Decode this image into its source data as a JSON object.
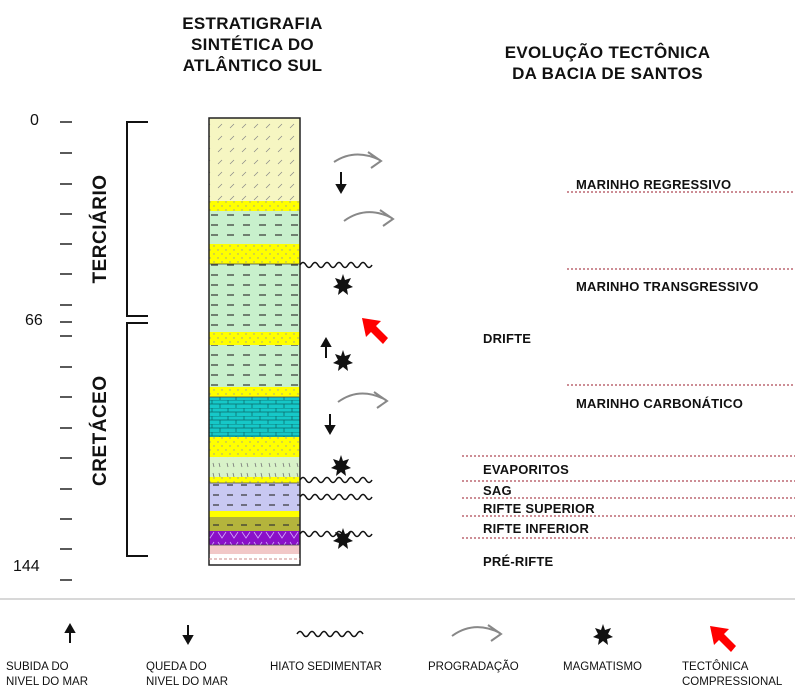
{
  "titles": {
    "stratigraphy": "ESTRATIGRAFIA\nSINTÉTICA DO\nATLÂNTICO SUL",
    "tectonics": "EVOLUÇÃO TECTÔNICA\nDA BACIA DE SANTOS"
  },
  "age_labels": {
    "top": "0",
    "middle": "66",
    "bottom": "144"
  },
  "periods": {
    "tertiary": "TERCIÁRIO",
    "cretaceous": "CRETÁCEO"
  },
  "stages": {
    "marinho_regressivo": "MARINHO REGRESSIVO",
    "marinho_transgressivo": "MARINHO TRANSGRESSIVO",
    "drifte": "DRIFTE",
    "marinho_carbonatico": "MARINHO CARBONÁTICO",
    "evaporitos": "EVAPORITOS",
    "sag": "SAG",
    "rifte_superior": "RIFTE SUPERIOR",
    "rifte_inferior": "RIFTE INFERIOR",
    "pre_rifte": "PRÉ-RIFTE"
  },
  "legend": {
    "subida": "SUBIDA DO\nNIVEL DO MAR",
    "queda": "QUEDA DO\nNIVEL DO MAR",
    "hiato": "HIATO SEDIMENTAR",
    "progradacao": "PROGRADAÇÃO",
    "magmatismo": "MAGMATISMO",
    "tectonica": "TECTÔNICA\nCOMPRESSIONAL"
  },
  "colors": {
    "pale_yellow": "#f6f6c2",
    "yellow": "#ffff00",
    "light_green": "#c8f0cc",
    "cyan": "#16c8c8",
    "lavender": "#c8c8f2",
    "olive": "#b4b43c",
    "purple": "#8a10c8",
    "pink": "#f2c8c8",
    "red_arrow": "#ff0000",
    "dotted_line": "#9b1b2b"
  },
  "icons": [
    "up-arrow-icon",
    "down-arrow-icon",
    "hiatus-wave-icon",
    "progradation-icon",
    "magmatism-star-icon",
    "compression-arrow-icon"
  ]
}
